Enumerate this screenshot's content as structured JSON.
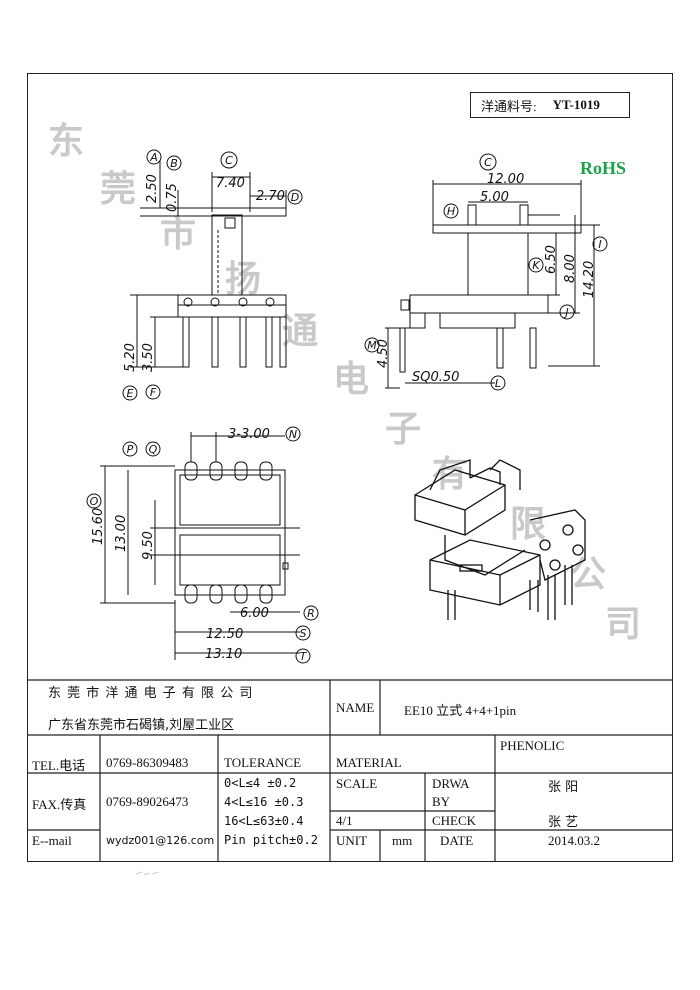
{
  "part_no": {
    "label": "洋通料号:",
    "value": "YT-1019"
  },
  "rohs": "RoHS",
  "watermark": [
    "东",
    "莞",
    "市",
    "扬",
    "通",
    "电",
    "子",
    "有",
    "限",
    "公",
    "司"
  ],
  "dims": {
    "A": "A",
    "B": "B",
    "C": "C",
    "D": "D",
    "E": "E",
    "F": "F",
    "H": "H",
    "I": "I",
    "J": "J",
    "K": "K",
    "L": "L",
    "M": "M",
    "N": "N",
    "O": "O",
    "P": "P",
    "Q": "Q",
    "R": "R",
    "S": "S",
    "T": "T",
    "v250": "2.50",
    "v075": "0.75",
    "v740": "7.40",
    "v270": "2.70",
    "v520": "5.20",
    "v350": "3.50",
    "v1200": "12.00",
    "v500": "5.00",
    "v650": "6.50",
    "v800": "8.00",
    "v1420": "14.20",
    "v450": "4.50",
    "sq050": "SQ0.50",
    "v3x300": "3-3.00",
    "v1560": "15.60",
    "v1300": "13.00",
    "v950": "9.50",
    "v600": "6.00",
    "v1250": "12.50",
    "v1310": "13.10"
  },
  "title_block": {
    "company": "东 莞 市 洋 通 电 子 有 限 公 司",
    "address": "广东省东莞市石碣镇,刘屋工业区",
    "name_label": "NAME",
    "name_value": "EE10 立式 4+4+1pin",
    "tel_label": "TEL.电话",
    "tel_value": "0769-86309483",
    "tolerance_label": "TOLERANCE",
    "material_label": "MATERIAL",
    "material_value": "PHENOLIC",
    "fax_label": "FAX.传真",
    "fax_value": "0769-89026473",
    "tol1": "0<L≤4   ±0.2",
    "tol2": "4<L≤16  ±0.3",
    "tol3": "16<L≤63±0.4",
    "tol4": "Pin pitch±0.2",
    "scale_label": "SCALE",
    "drawn_label": "DRWA",
    "drawn_label2": "BY",
    "drawn_value": "张 阳",
    "scale_value": "4/1",
    "check_label": "CHECK",
    "check_value": "张 艺",
    "email_label": "E--mail",
    "email_value": "wydz001@126.com",
    "unit_label": "UNIT",
    "unit_value": "mm",
    "date_label": "DATE",
    "date_value": "2014.03.2"
  }
}
